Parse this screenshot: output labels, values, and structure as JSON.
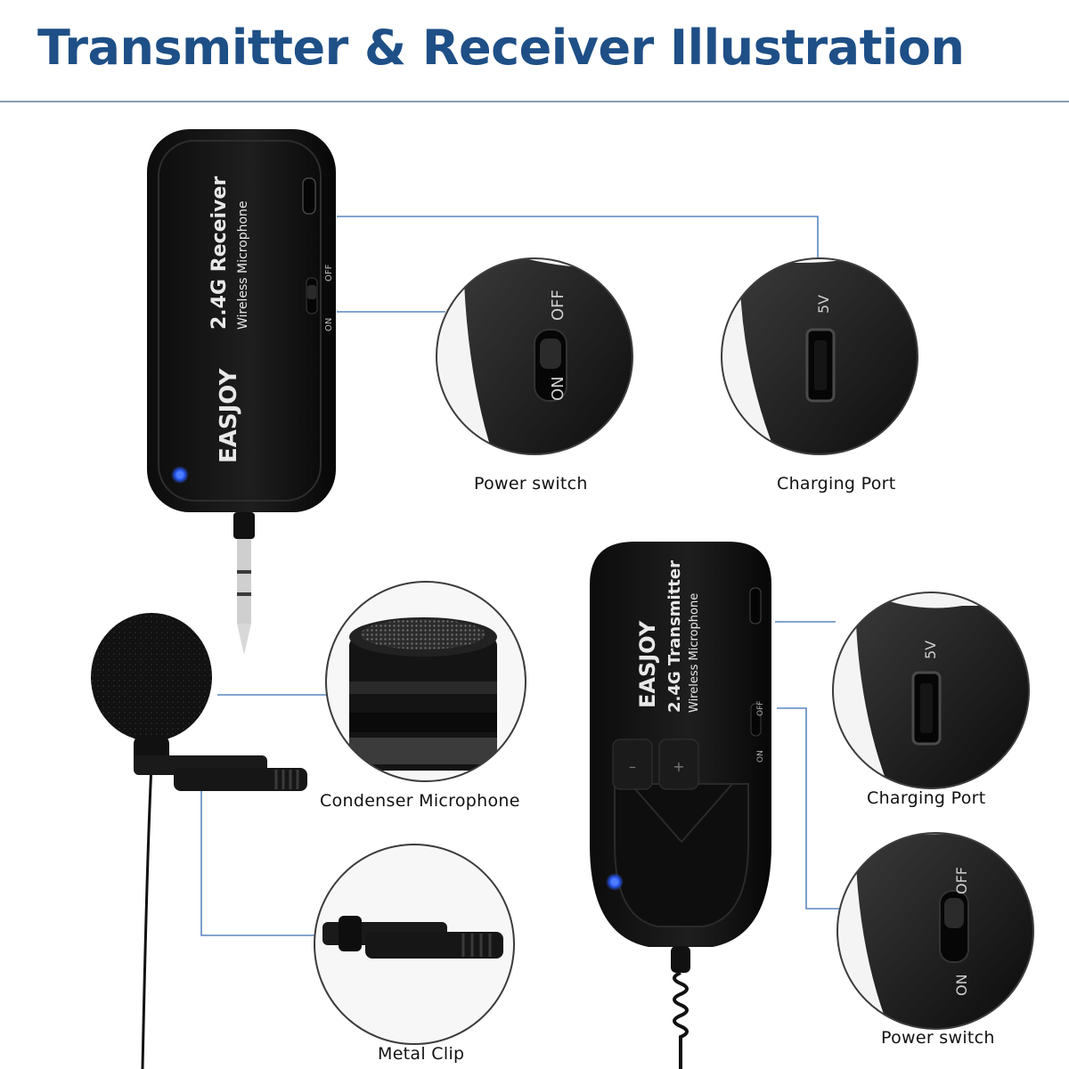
{
  "title": "Transmitter & Receiver Illustration",
  "receiver": {
    "brand": "EASJOY",
    "model": "2.4G Receiver",
    "subtitle": "Wireless Microphone",
    "switch_on": "ON",
    "switch_off": "OFF",
    "port_label": "5V"
  },
  "transmitter": {
    "brand": "EASJOY",
    "model": "2.4G Transmitter",
    "subtitle": "Wireless Microphone",
    "switch_on": "ON",
    "switch_off": "OFF",
    "button_minus": "–",
    "button_plus": "+",
    "port_label": "5V"
  },
  "callouts": {
    "receiver_power_switch": "Power switch",
    "receiver_charging_port": "Charging Port",
    "condenser_microphone": "Condenser Microphone",
    "metal_clip": "Metal Clip",
    "transmitter_charging_port": "Charging Port",
    "transmitter_power_switch": "Power switch"
  },
  "colors": {
    "title": "#1e4f86",
    "rule": "#8a9eb5",
    "leader_line": "#5a87c0",
    "device_body": "#151515",
    "led": "#2a5cff"
  }
}
